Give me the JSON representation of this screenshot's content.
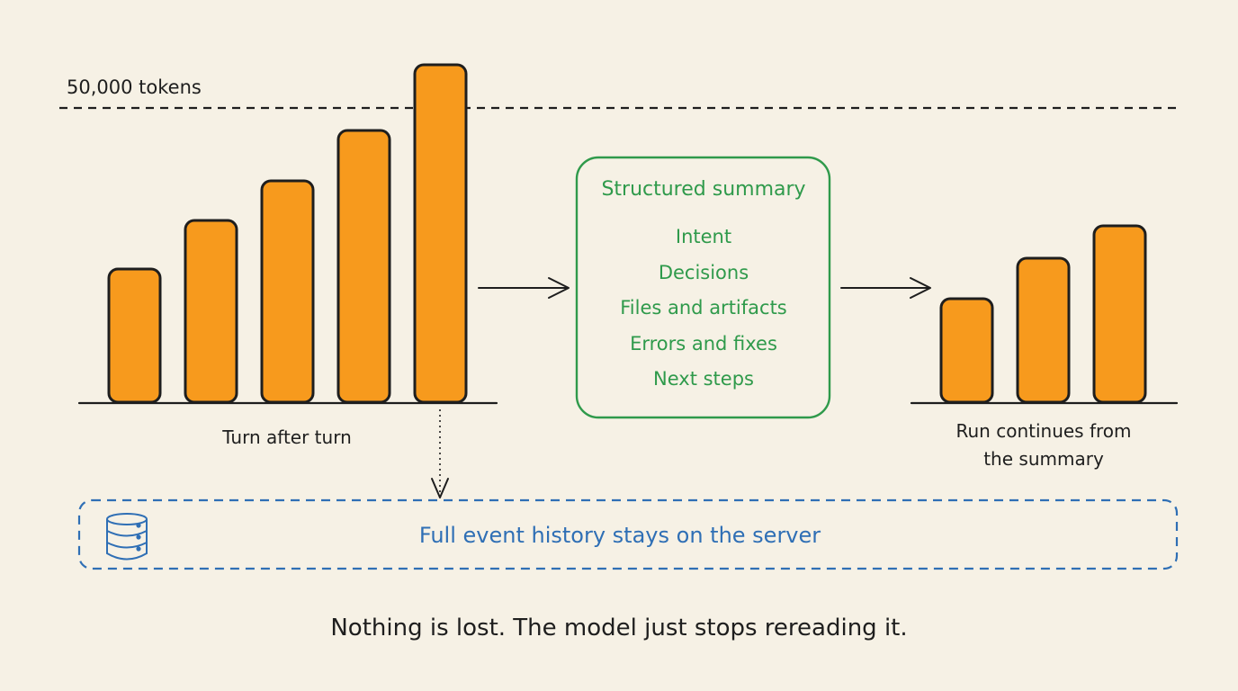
{
  "threshold_label": "50,000 tokens",
  "left_caption": "Turn after turn",
  "summary": {
    "title": "Structured summary",
    "items": [
      "Intent",
      "Decisions",
      "Files and artifacts",
      "Errors and fixes",
      "Next steps"
    ]
  },
  "right_caption": [
    "Run continues from",
    "the summary"
  ],
  "history_label": "Full event history stays on the server",
  "footer": "Nothing is lost. The model just stops rereading it.",
  "colors": {
    "bar_fill": "#f79a1d",
    "summary_green": "#2f9a4b",
    "history_blue": "#2f6fb5",
    "ink": "#1e1e1e",
    "background": "#f6f1e5"
  },
  "icons": {
    "history": "database-icon",
    "arrows": "arrow-right-icon"
  }
}
